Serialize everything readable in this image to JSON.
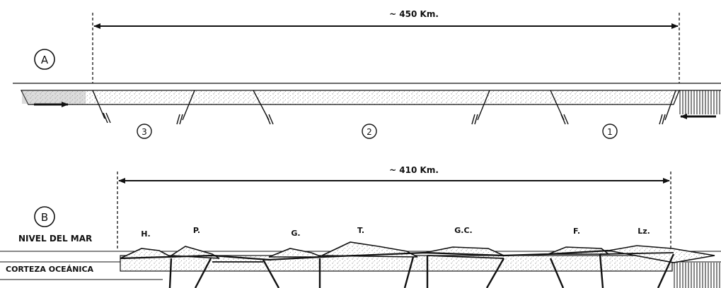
{
  "panel_a": {
    "letter": "A",
    "distance": "~ 450 Km.",
    "blocks": [
      "3",
      "2",
      "1"
    ]
  },
  "panel_b": {
    "letter": "B",
    "distance": "~ 410 Km.",
    "sea_level": "NIVEL DEL MAR",
    "crust": "CORTEZA OCEÁNICA",
    "islands": [
      "H.",
      "P.",
      "G.",
      "T.",
      "G.C.",
      "F.",
      "Lz."
    ]
  },
  "colors": {
    "ink": "#111111",
    "stipple": "#9a9a9a"
  }
}
